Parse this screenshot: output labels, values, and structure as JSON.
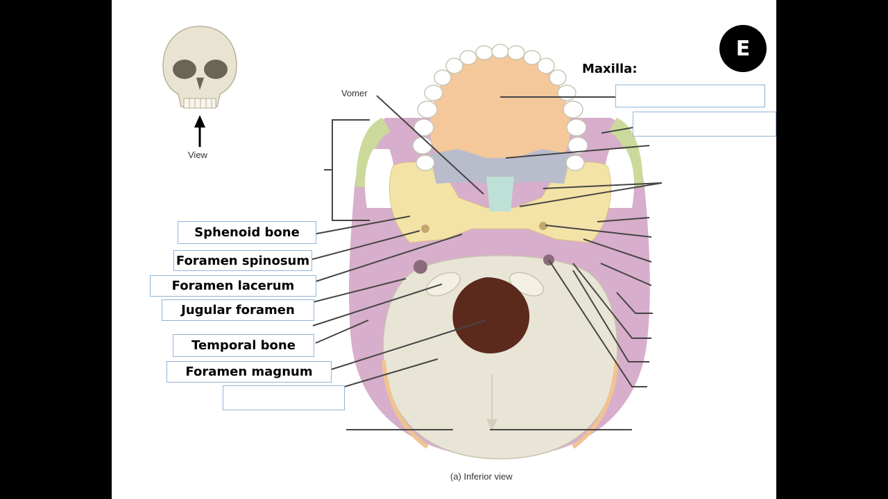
{
  "slide": {
    "heading": "Maxilla:",
    "logo_text": "E",
    "thumbnail_caption": "View",
    "vomer_label": "Vomer",
    "caption": "(a) Inferior view"
  },
  "labels": [
    {
      "text": "Sphenoid bone"
    },
    {
      "text": "Foramen spinosum"
    },
    {
      "text": "Foramen lacerum"
    },
    {
      "text": "Jugular foramen"
    },
    {
      "text": "Temporal bone"
    },
    {
      "text": "Foramen magnum"
    },
    {
      "text": ""
    }
  ],
  "right_blanks": [
    {
      "text": ""
    },
    {
      "text": ""
    }
  ],
  "colors": {
    "maxilla": "#f4c89a",
    "sphenoid": "#f3e3a7",
    "temporal": "#d7aecb",
    "occipital": "#e8e5d6",
    "vomer": "#b9bccb",
    "zygomatic": "#cbd99b",
    "foramen_magnum": "#5c2a1c",
    "box_border": "#8fb3d9"
  }
}
